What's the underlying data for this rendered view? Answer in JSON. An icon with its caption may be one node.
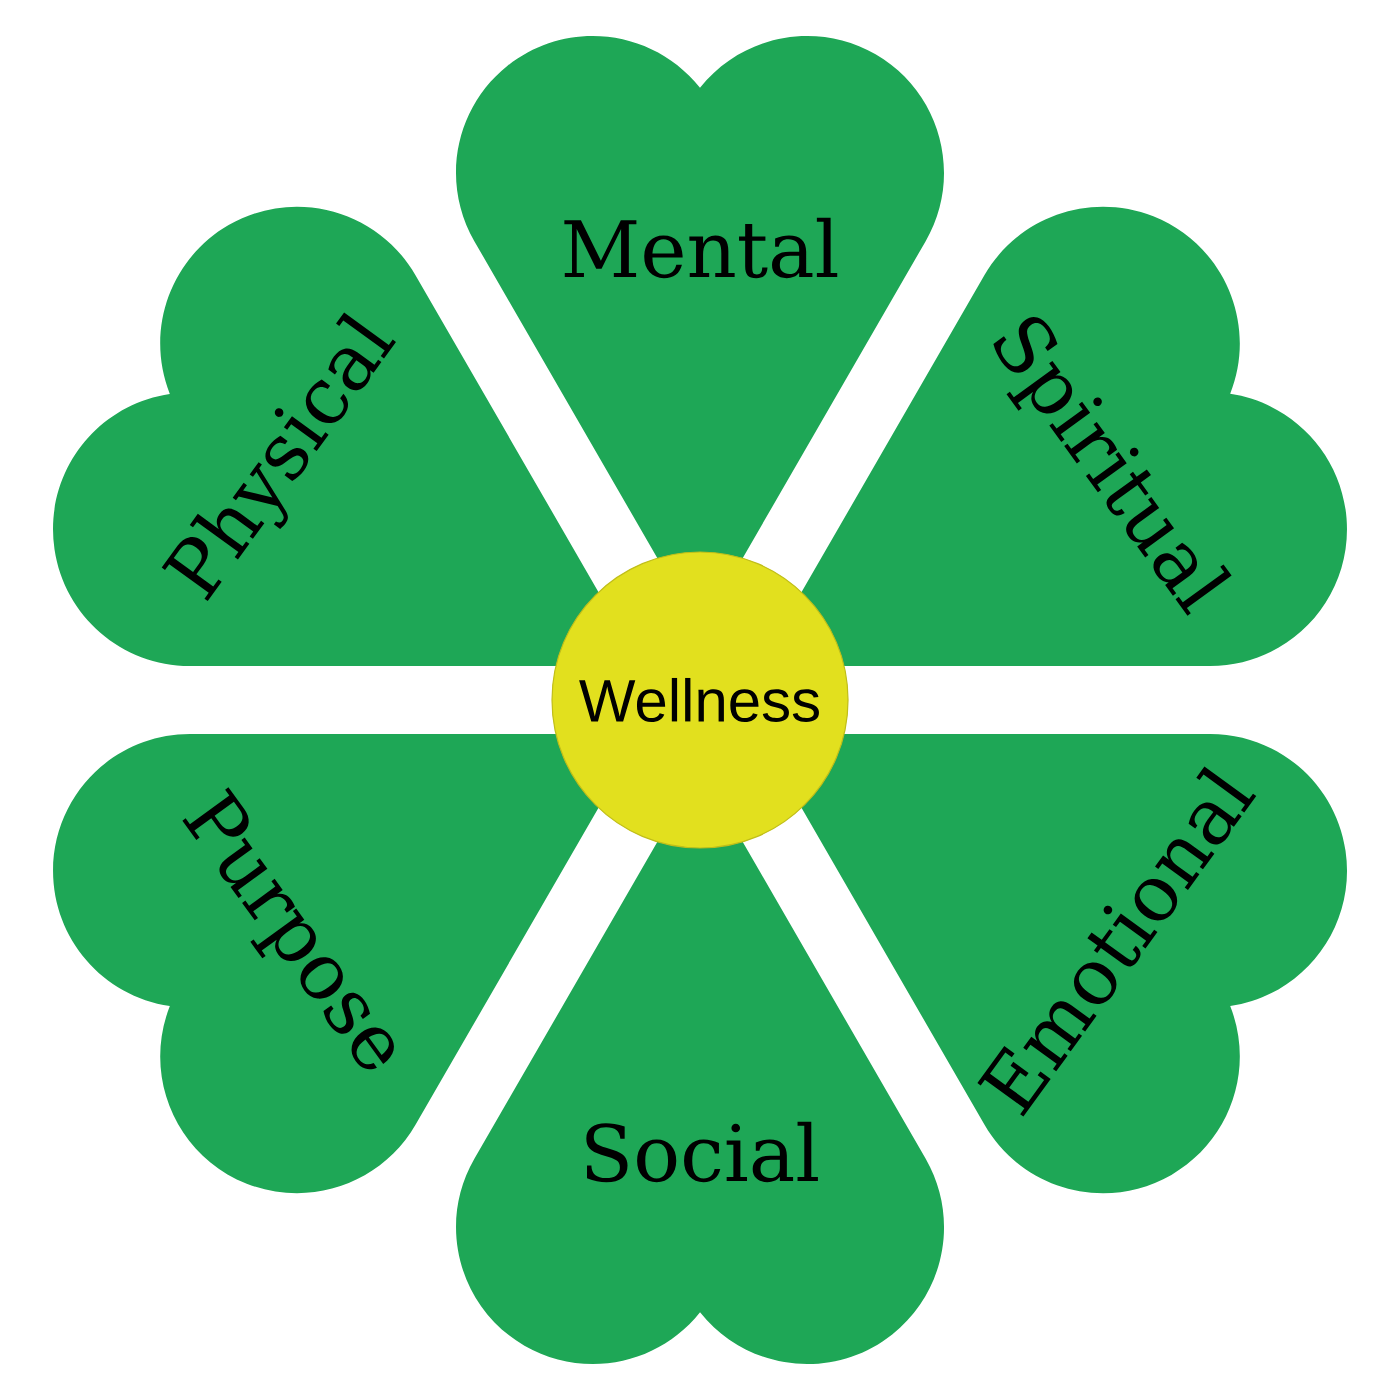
{
  "diagram": {
    "nodes": [
      {
        "text": [
          "Mental"
        ]
      },
      {
        "text": [
          "Physical"
        ]
      },
      {
        "text": [
          "Spiritual"
        ]
      },
      {
        "text": [
          "Wellness"
        ]
      },
      {
        "text": [
          "Purpose"
        ]
      },
      {
        "text": [
          "Emotional"
        ]
      },
      {
        "text": [
          "Social"
        ]
      }
    ]
  }
}
